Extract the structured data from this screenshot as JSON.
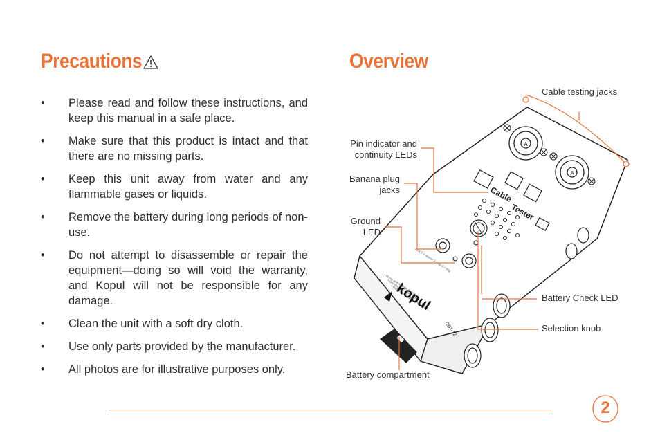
{
  "precautions": {
    "title": "Precautions",
    "items": [
      {
        "text": "Please read and follow these instructions, and keep this manual in a safe place."
      },
      {
        "text": "Make sure that this product is intact and that there are no missing parts."
      },
      {
        "text": "Keep this unit away from water and any flammable gases or liquids."
      },
      {
        "text": "Remove the battery during long periods of non-use."
      },
      {
        "text": "Do not attempt to disassemble or repair the equipment—doing so will void the warranty, and Kopul will not be responsible for any damage."
      },
      {
        "text": "Clean the unit with a soft dry cloth."
      },
      {
        "text": "Use only parts provided by the manufacturer."
      },
      {
        "text": "All photos are for illustrative purposes only."
      }
    ]
  },
  "overview": {
    "title": "Overview",
    "callouts": {
      "cable_testing_jacks": "Cable testing jacks",
      "pin_indicator_line1": "Pin indicator and",
      "pin_indicator_line2": "continuity LEDs",
      "banana_line1": "Banana plug",
      "banana_line2": "jacks",
      "ground_line1": "Ground",
      "ground_line2": "LED",
      "battery_check_led": "Battery Check LED",
      "selection_knob": "Selection knob",
      "battery_compartment": "Battery compartment"
    },
    "device": {
      "brand": "kopul",
      "model": "CBT-12",
      "panel_label_1": "Cable",
      "panel_label_2": "Tester"
    }
  },
  "footer": {
    "page_number": "2"
  },
  "colors": {
    "accent": "#e8743b",
    "text": "#2e2e2e"
  }
}
